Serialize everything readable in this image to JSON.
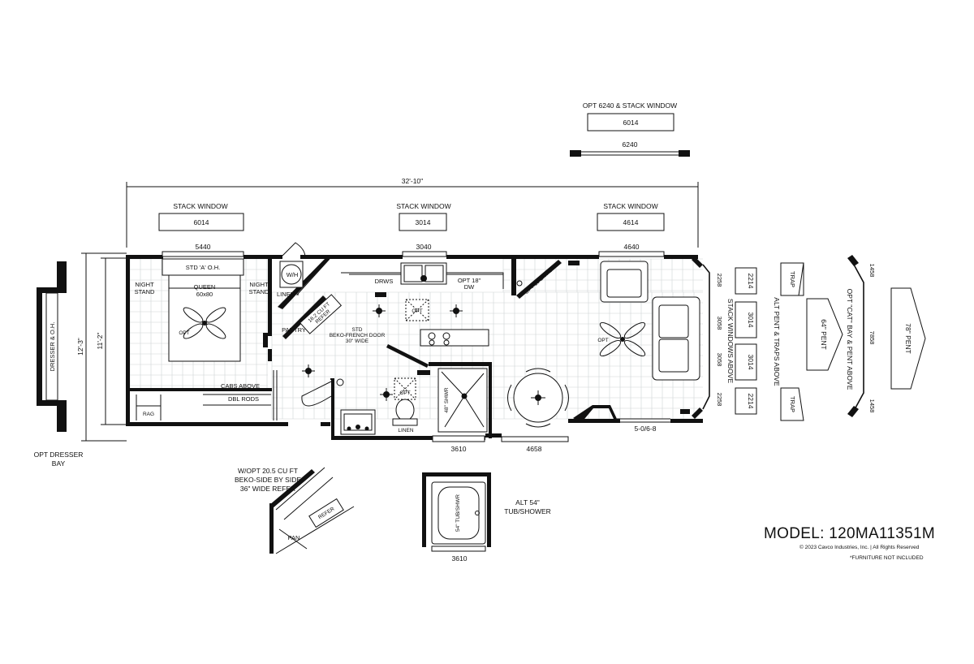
{
  "model": {
    "title": "MODEL: 120MA11351M",
    "copyright": "© 2023 Cavco Industries, Inc. | All Rights Reserved",
    "furniture_note": "*FURNITURE NOT INCLUDED"
  },
  "windows": {
    "opt_stack_label": "OPT 6240 & STACK WINDOW",
    "opt_stack_value": "6014",
    "opt_window_value": "6240",
    "stack_label": "STACK WINDOW",
    "stack_left": "6014",
    "stack_mid": "3014",
    "stack_right": "4614",
    "top_left": "5440",
    "top_mid": "3040",
    "top_right": "4640",
    "bottom_bath": "3610",
    "bottom_dining": "4658",
    "door_right": "5-0/6-8",
    "right_2258_top": "2258",
    "right_3058_top": "3058",
    "right_3058_bottom": "3058",
    "right_2258_bottom": "2258"
  },
  "dimensions": {
    "overall_length": "32'-10\"",
    "overall_width": "12'-3\"",
    "inner_width": "11'-2\""
  },
  "rooms": {
    "std_oh": "STD 'A' O.H.",
    "night_stand": "NIGHT\nSTAND",
    "queen": "QUEEN",
    "queen_size": "60x80",
    "opt": "OPT",
    "wh": "W/H",
    "linen": "LINEN",
    "pantry": "PANTRY",
    "refer_small": "16.2 CU FT\nREFER",
    "drws": "DRWS",
    "opt_dw": "OPT 18\"\nDW",
    "std_beko": "STD\nBEKO-FRENCH DOOR\n30\" WIDE",
    "opt_ent_ctr": "OPT 10 ENT CTR",
    "cabs_above": "CABS ABOVE",
    "dbl_rods": "DBL RODS",
    "rag": "RAG",
    "shwr": "48\" SHWR",
    "linen_bath": "LINEN",
    "opt_dresser_bay": "OPT DRESSER\nBAY",
    "dresser_oh": "DRESSER & O.H."
  },
  "bay": {
    "stack_windows_above": "STACK WINDOWS ABOVE",
    "stack_2214_top": "2214",
    "stack_3014_top": "3014",
    "stack_3014_bottom": "3014",
    "stack_2214_bottom": "2214",
    "trap": "TRAP",
    "alt_pent": "ALT PENT & TRAPS ABOVE",
    "pent_64": "64\" PENT",
    "opt_cat_bay": "OPT \"CAT\" BAY & PENT ABOVE",
    "cat_1458_top": "1458",
    "cat_7858": "7858",
    "cat_1458_bottom": "1458",
    "pent_78": "78\" PENT"
  },
  "options": {
    "refer_option": "W/OPT 20.5 CU FT\nBEKO-SIDE BY SIDE\n36\" WIDE REFER",
    "refer_label": "REFER",
    "pan_label": "PAN",
    "tub_label": "54\" TUB/SHWR",
    "tub_window": "3610",
    "alt_tub": "ALT 54\"\nTUB/SHOWER"
  }
}
